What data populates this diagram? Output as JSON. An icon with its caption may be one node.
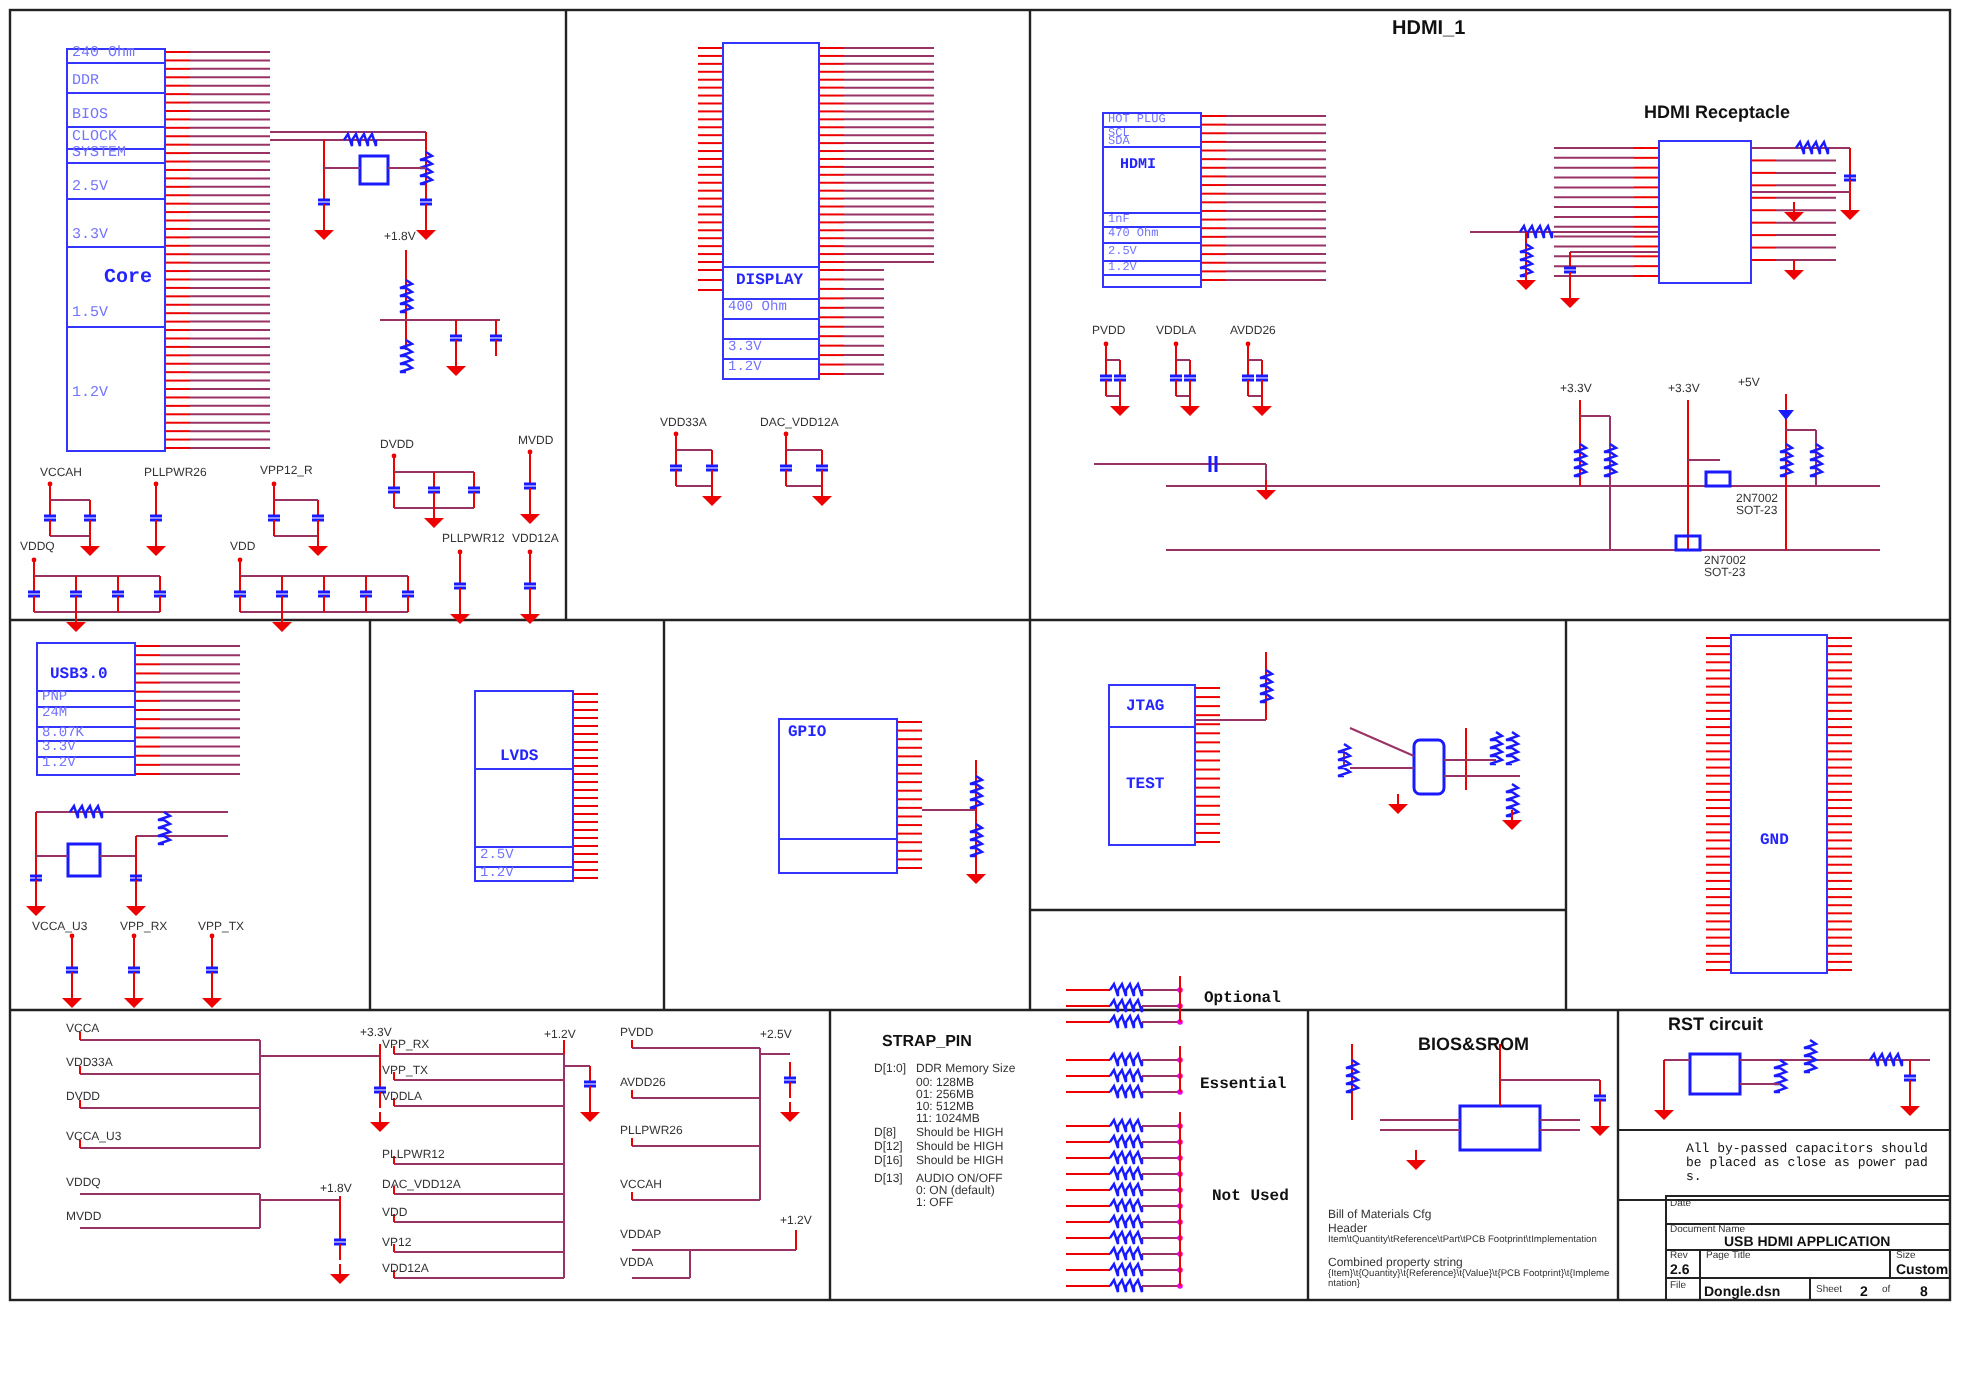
{
  "diagram": {
    "nodes": [
      {
        "text": [
          "240 Ohm",
          "DDR",
          "BIOS",
          "CLOCK",
          "SYSTEM",
          "2.5V",
          "3.3V",
          "Core",
          "1.5V",
          "1.2V"
        ]
      },
      {
        "text": [
          "DISPLAY",
          "400 Ohm",
          "3.3V",
          "1.2V"
        ]
      },
      {
        "text": [
          "HOT PLUG",
          "SCL",
          "SDA",
          "HDMI",
          "1nF",
          "470 Ohm",
          "2.5V",
          "1.2V"
        ]
      },
      {
        "text": [],
        "shape": "box"
      },
      {
        "text": [
          "USB3.0",
          "PNP",
          "24M",
          "8.07K",
          "3.3V",
          "1.2V"
        ]
      },
      {
        "text": [
          "LVDS",
          "2.5V",
          "1.2V"
        ]
      },
      {
        "text": [
          "GPIO"
        ]
      },
      {
        "text": [
          "JTAG",
          "TEST"
        ]
      },
      {
        "text": [
          "GND"
        ]
      }
    ],
    "labels": [
      "VCCAH",
      "PLLPWR26",
      "VPP12_R",
      "DVDD",
      "MVDD",
      "VDDQ",
      "VDD",
      "PLLPWR12",
      "VDD12A",
      "+1.8V",
      "VDD33A",
      "DAC_VDD12A",
      "HDMI_1",
      "HDMI Receptacle",
      "PVDD",
      "VDDLA",
      "AVDD26",
      "+3.3V",
      "+3.3V",
      "+5V",
      "2N7002",
      "SOT-23",
      "2N7002",
      "SOT-23",
      "VCCA_U3",
      "VPP_RX",
      "VPP_TX",
      "STRAP_PIN",
      "D[1:0]",
      "DDR Memory Size",
      "00: 128MB",
      "01: 256MB",
      "10: 512MB",
      "11: 1024MB",
      "D[8]",
      "Should be HIGH",
      "D[12]",
      "Should be HIGH",
      "D[16]",
      "Should be HIGH",
      "D[13]",
      "AUDIO ON/OFF",
      "0: ON (default)",
      "1: OFF",
      "Optional",
      "Essential",
      "Not Used",
      "BIOS&SROM",
      "RST circuit",
      "All by-passed capacitors should be placed as close as power pads.",
      "Bill of Materials Cfg",
      "Header",
      "Item\\tQuantity\\tReference\\tPart\\tPCB Footprint\\tImplementation",
      "Combined property string",
      "{Item}\\t{Quantity}\\t{Reference}\\t{Value}\\t{PCB Footprint}\\t{Implementation}",
      "VCCA",
      "VDD33A",
      "DVDD",
      "VCCA_U3",
      "VDDQ",
      "MVDD",
      "+3.3V",
      "+1.8V",
      "VPP_RX",
      "VPP_TX",
      "VDDLA",
      "PLLPWR12",
      "DAC_VDD12A",
      "VDD",
      "VP12",
      "VDD12A",
      "+1.2V",
      "PVDD",
      "AVDD26",
      "PLLPWR26",
      "VCCAH",
      "VDDAP",
      "VDDA",
      "+2.5V",
      "+1.2V",
      "Date",
      "Document Name",
      "USB HDMI APPLICATION",
      "Rev",
      "2.6",
      "Page Title",
      "Size",
      "Custom",
      "File",
      "Dongle.dsn",
      "Sheet",
      "2",
      "of",
      "8"
    ]
  }
}
